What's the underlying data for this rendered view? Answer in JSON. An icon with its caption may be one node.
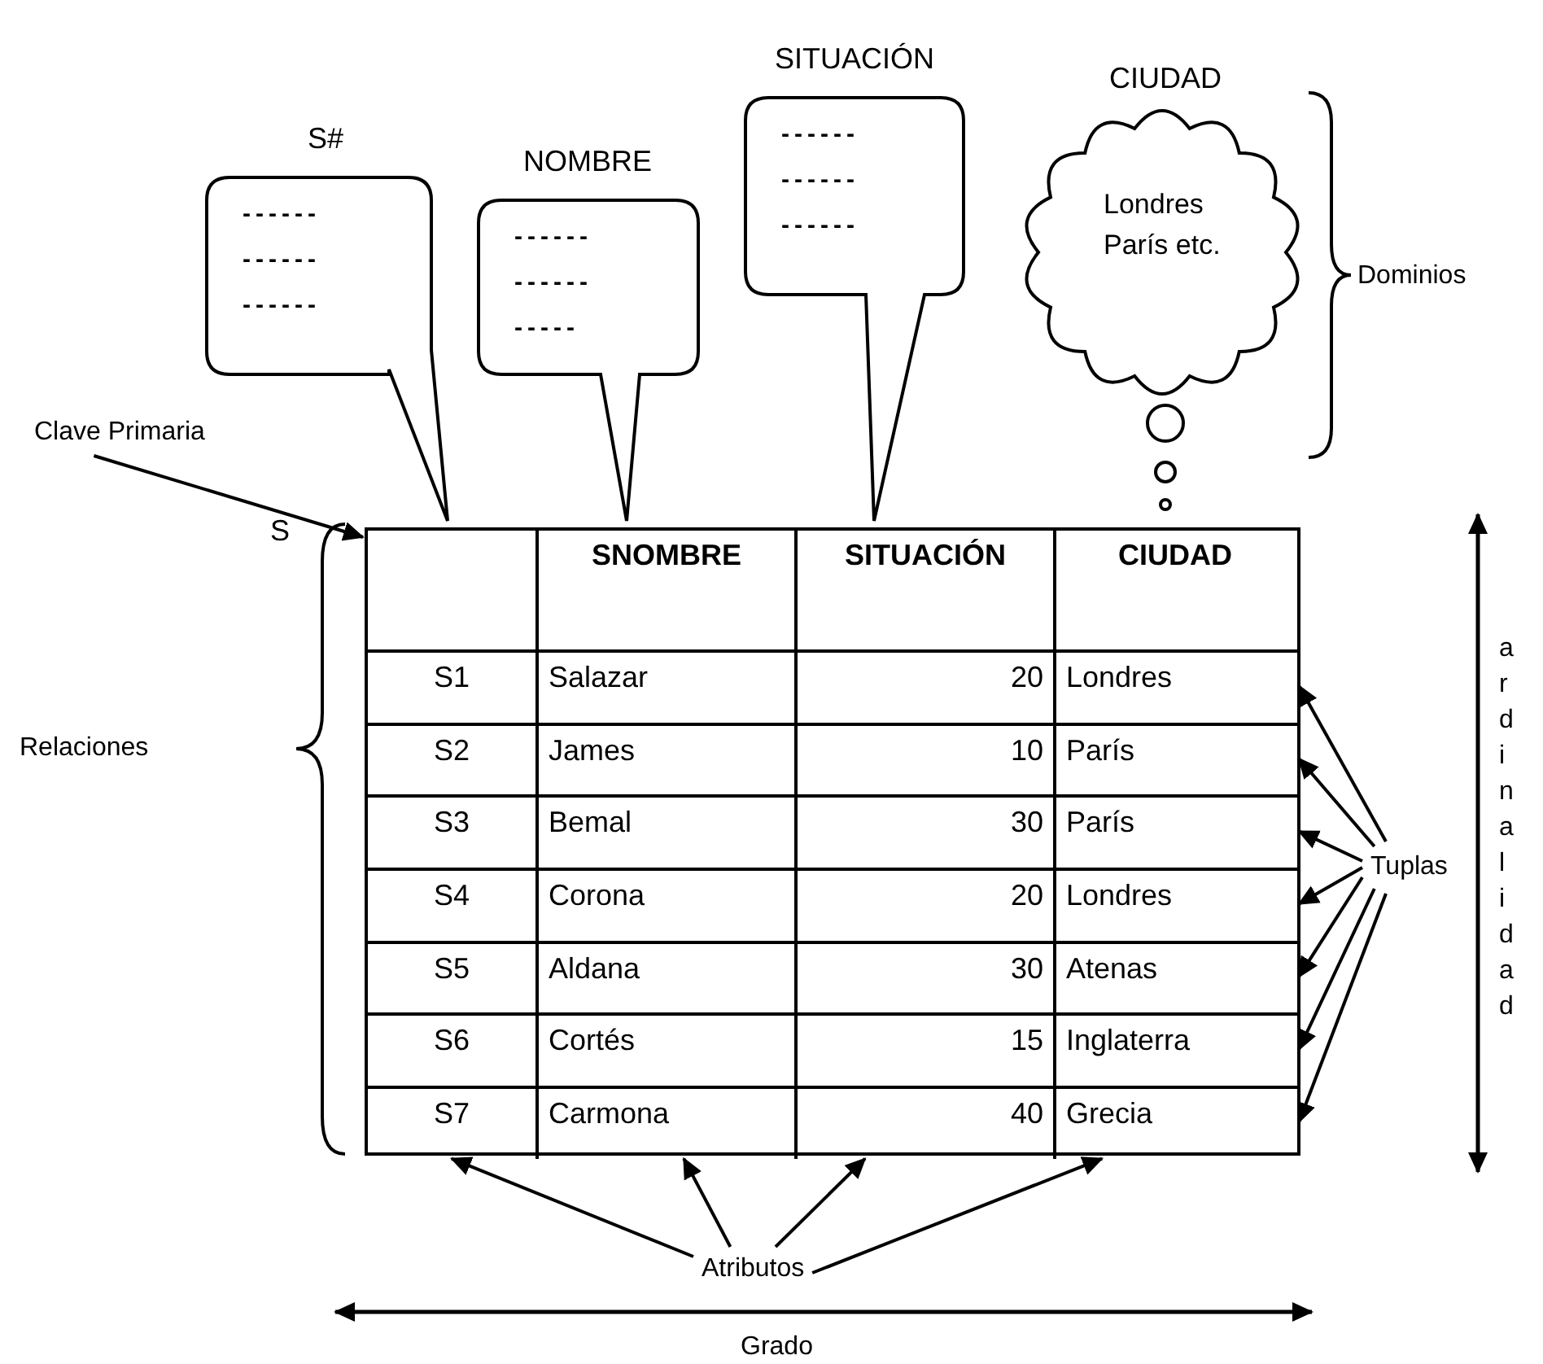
{
  "diagram": {
    "nodes": [
      {
        "text": [
          "S#",
          "------",
          "------",
          "------"
        ]
      },
      {
        "text": [
          "NOMBRE",
          "------",
          "------",
          "-----"
        ]
      },
      {
        "text": [
          "SITUACIÓN",
          "------",
          "------",
          "------"
        ]
      },
      {
        "text": [
          "CIUDAD",
          "Londres París etc."
        ]
      },
      {
        "text": [
          "Clave Primaria"
        ]
      },
      {
        "text": [],
        "shape": "box"
      },
      {
        "text": [
          "SNOMBRE",
          "SITUACIÓN",
          "CIUDAD"
        ],
        "in": 5
      },
      {
        "text": [
          "S1",
          "Salazar",
          "20",
          "Londres"
        ],
        "in": 5
      },
      {
        "text": [
          "S2",
          "James",
          "10",
          "París"
        ],
        "in": 5
      },
      {
        "text": [
          "S3",
          "Bemal",
          "30",
          "París"
        ],
        "in": 5
      },
      {
        "text": [
          "S4",
          "Corona",
          "20",
          "Londres"
        ],
        "in": 5
      },
      {
        "text": [
          "S5",
          "Aldana",
          "30",
          "Atenas"
        ],
        "in": 5
      },
      {
        "text": [
          "S6",
          "Cortés",
          "15",
          "Inglaterra"
        ],
        "in": 5
      },
      {
        "text": [
          "S7",
          "Carmona",
          "40",
          "Grecia"
        ],
        "in": 5
      },
      {
        "text": [
          "Tuplas"
        ]
      },
      {
        "text": [
          "Atributos"
        ]
      }
    ],
    "edges": [
      {
        "from": 4,
        "to": 5,
        "arrow": "to"
      },
      {
        "from": 14,
        "to": 7,
        "arrow": "to"
      },
      {
        "from": 14,
        "to": 8,
        "arrow": "to"
      },
      {
        "from": 14,
        "to": 9,
        "arrow": "to"
      },
      {
        "from": 14,
        "to": 10,
        "arrow": "to"
      },
      {
        "from": 14,
        "to": 11,
        "arrow": "to"
      },
      {
        "from": 14,
        "to": 12,
        "arrow": "to"
      },
      {
        "from": 14,
        "to": 13,
        "arrow": "to"
      },
      {
        "from": 15,
        "to": 13,
        "arrow": "to"
      },
      {
        "from": 15,
        "to": 13,
        "arrow": "to"
      },
      {
        "from": 15,
        "to": 13,
        "arrow": "to"
      },
      {
        "from": 15,
        "to": 13,
        "arrow": "to"
      }
    ],
    "labels": [
      "S",
      "Dominios",
      "Relaciones",
      "ardinalidad",
      "Grado"
    ]
  }
}
